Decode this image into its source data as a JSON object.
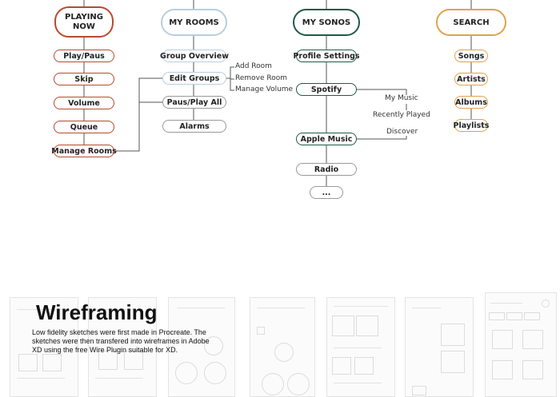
{
  "columns": {
    "playing": {
      "title": "PLAYING NOW",
      "color": "#B84A2E",
      "items": [
        "Play/Paus",
        "Skip",
        "Volume",
        "Queue",
        "Manage Rooms"
      ]
    },
    "rooms": {
      "title": "MY ROOMS",
      "color": "#B9CDE0",
      "items": [
        "Group Overview",
        "Edit Groups",
        "Paus/Play All",
        "Alarms"
      ],
      "edit_group_options": [
        "Add Room",
        "Remove Room",
        "Manage Volume"
      ]
    },
    "sonos": {
      "title": "MY SONOS",
      "color": "#1F5A45",
      "items": [
        "Profile Settings",
        "Spotify",
        "Apple Music",
        "Radio",
        "..."
      ],
      "spotify_options": [
        "My Music",
        "Recently Played",
        "Discover"
      ]
    },
    "search": {
      "title": "SEARCH",
      "color": "#E0A24C",
      "items": [
        "Songs",
        "Artists",
        "Albums",
        "Playlists"
      ]
    }
  },
  "wireframing": {
    "title": "Wireframing",
    "description": "Low fidelity sketches were first made in Procreate. The sketches were then transfered into wireframes in Adobe XD using the free Wire Plugin suitable for XD."
  }
}
